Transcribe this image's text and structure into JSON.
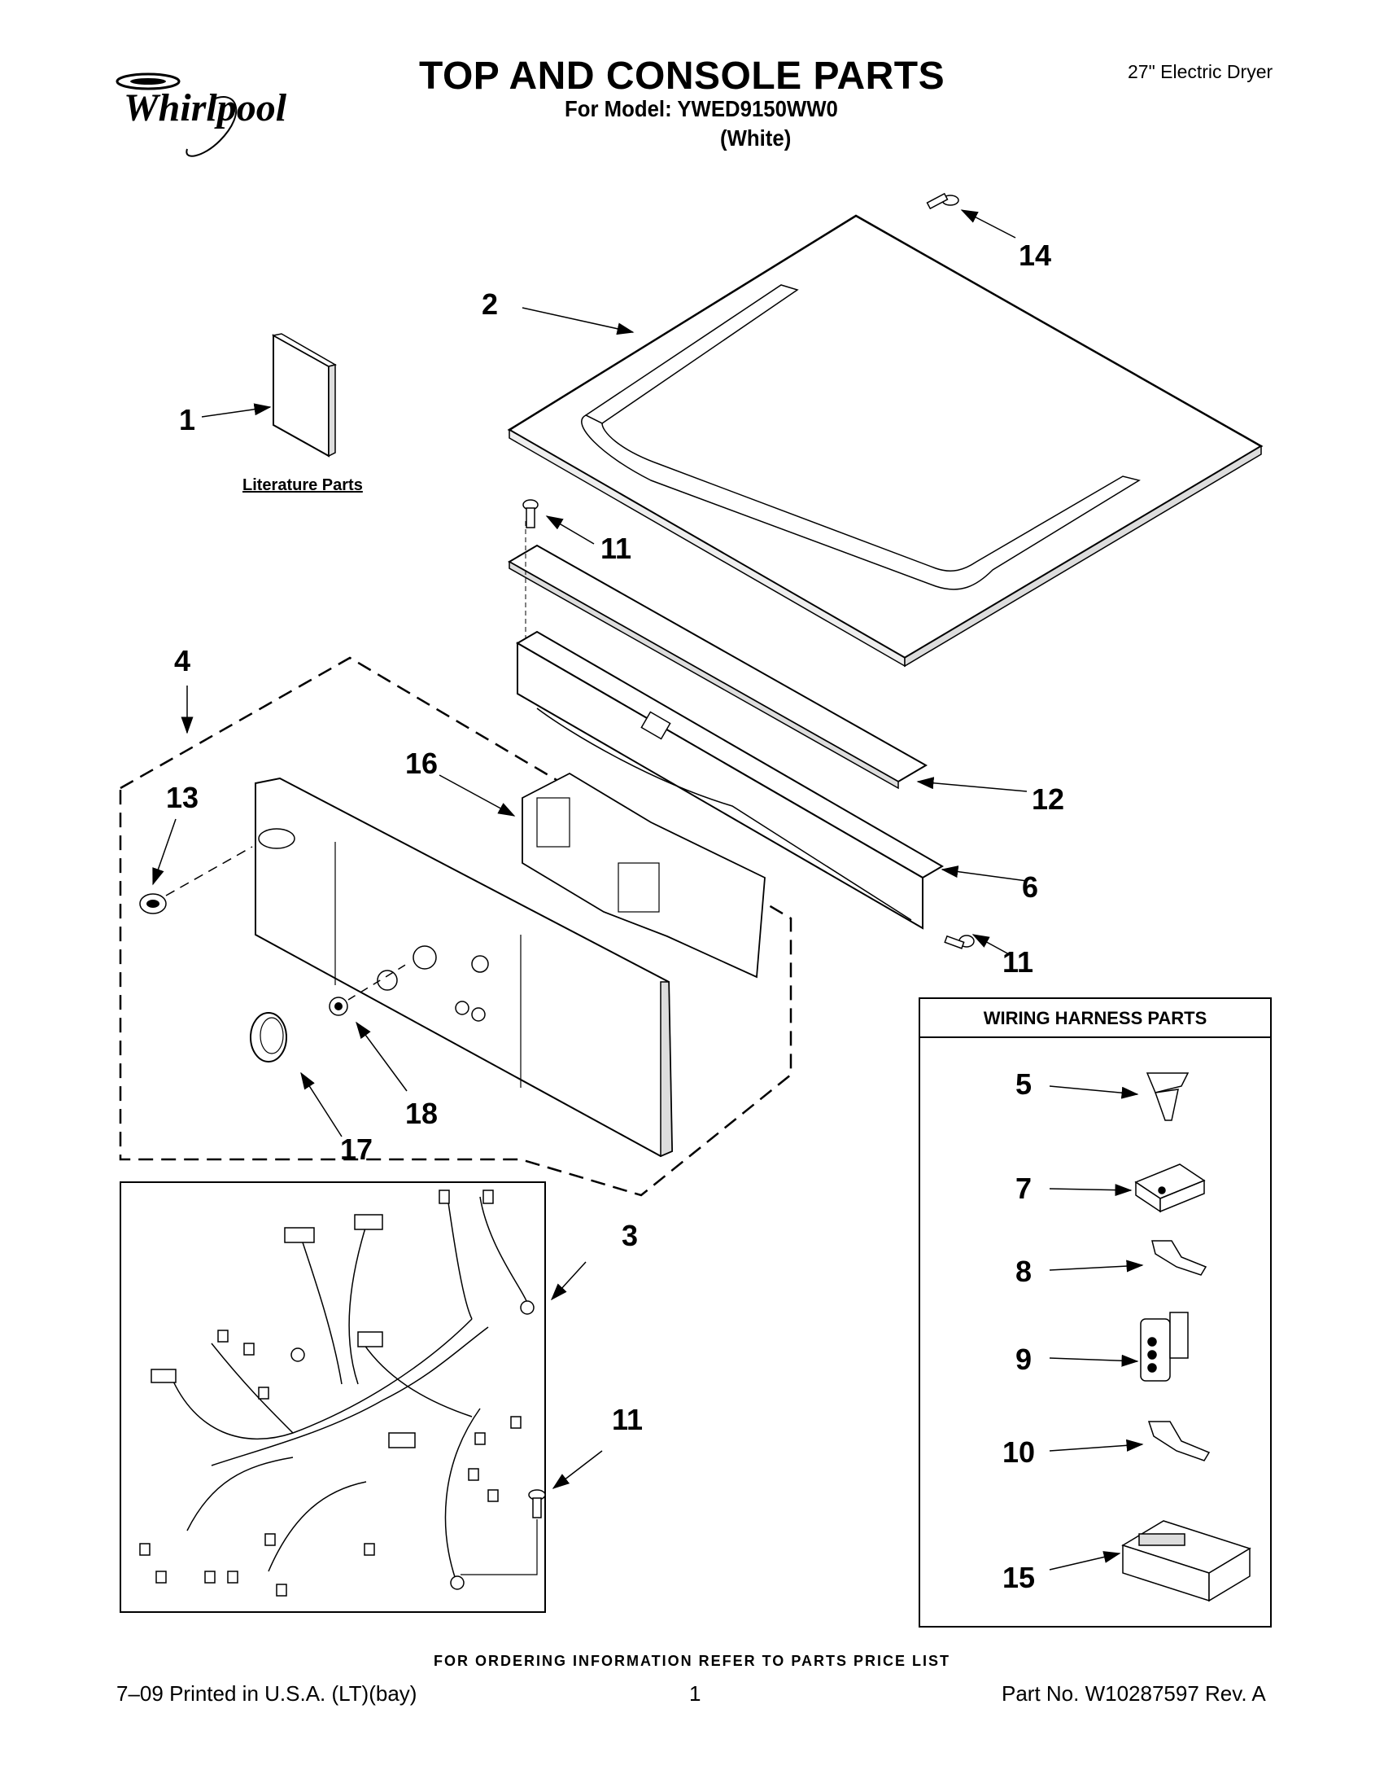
{
  "header": {
    "brand": "Whirlpool",
    "title": "TOP AND CONSOLE PARTS",
    "model_line": "For Model: YWED9150WW0",
    "variant": "(White)",
    "doc_type": "27\" Electric Dryer"
  },
  "labels": {
    "literature": "Literature Parts",
    "wiring_box_title": "WIRING HARNESS PARTS"
  },
  "callouts": {
    "c1": "1",
    "c2": "2",
    "c3": "3",
    "c4": "4",
    "c5": "5",
    "c6": "6",
    "c7": "7",
    "c8": "8",
    "c9": "9",
    "c10": "10",
    "c11a": "11",
    "c11b": "11",
    "c11c": "11",
    "c12": "12",
    "c13": "13",
    "c14": "14",
    "c15": "15",
    "c16": "16",
    "c17": "17",
    "c18": "18"
  },
  "footer": {
    "ordering_note": "FOR ORDERING INFORMATION REFER TO PARTS PRICE LIST",
    "print_info": "7–09 Printed in U.S.A. (LT)(bay)",
    "page": "1",
    "part_no": "Part No. W10287597 Rev. A"
  }
}
